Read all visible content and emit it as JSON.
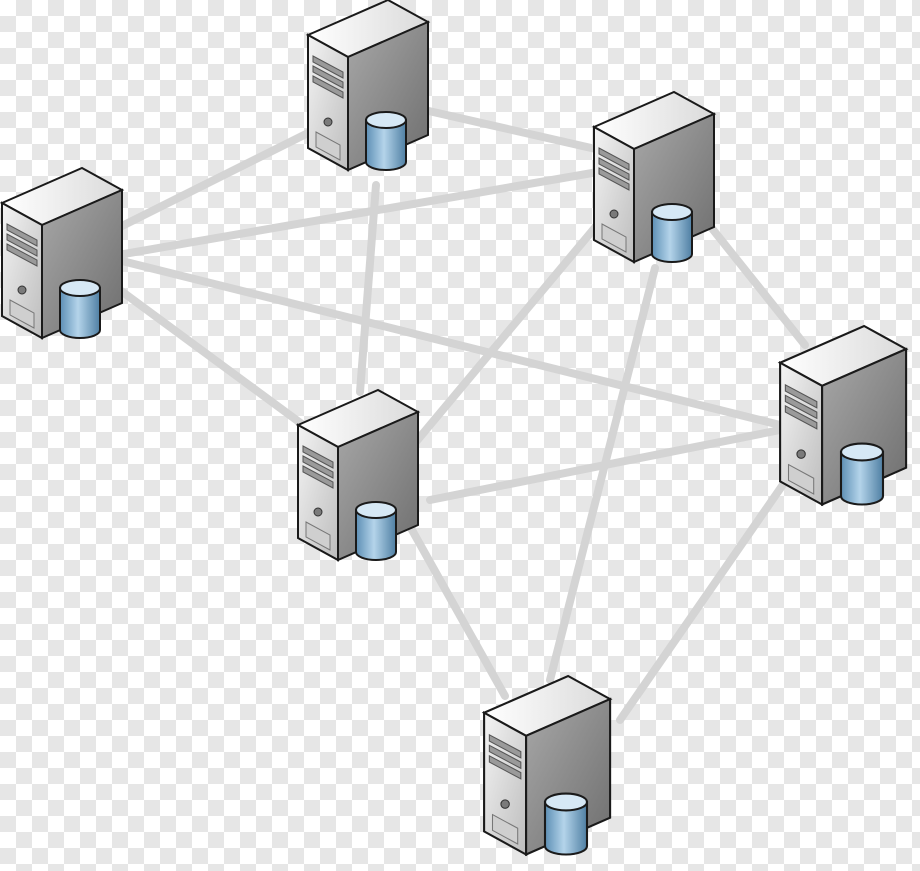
{
  "diagram": {
    "nodes": [
      {
        "id": "server-a",
        "icon": "server-database-icon"
      },
      {
        "id": "server-b",
        "icon": "server-database-icon"
      },
      {
        "id": "server-c",
        "icon": "server-database-icon"
      },
      {
        "id": "server-d",
        "icon": "server-database-icon"
      },
      {
        "id": "server-e",
        "icon": "server-database-icon"
      },
      {
        "id": "server-f",
        "icon": "server-database-icon"
      }
    ],
    "edges": [
      [
        "server-a",
        "server-b"
      ],
      [
        "server-a",
        "server-c"
      ],
      [
        "server-a",
        "server-d"
      ],
      [
        "server-a",
        "server-e"
      ],
      [
        "server-b",
        "server-c"
      ],
      [
        "server-b",
        "server-d"
      ],
      [
        "server-c",
        "server-d"
      ],
      [
        "server-c",
        "server-e"
      ],
      [
        "server-c",
        "server-f"
      ],
      [
        "server-d",
        "server-e"
      ],
      [
        "server-d",
        "server-f"
      ],
      [
        "server-e",
        "server-f"
      ]
    ]
  },
  "colors": {
    "link": "#d4d4d4",
    "tower_front": "#d8d8d8",
    "tower_side": "#8c8c8c",
    "tower_top": "#f2f2f2",
    "database": "#8ab6d6",
    "background_checker": "#e6e6e6"
  }
}
